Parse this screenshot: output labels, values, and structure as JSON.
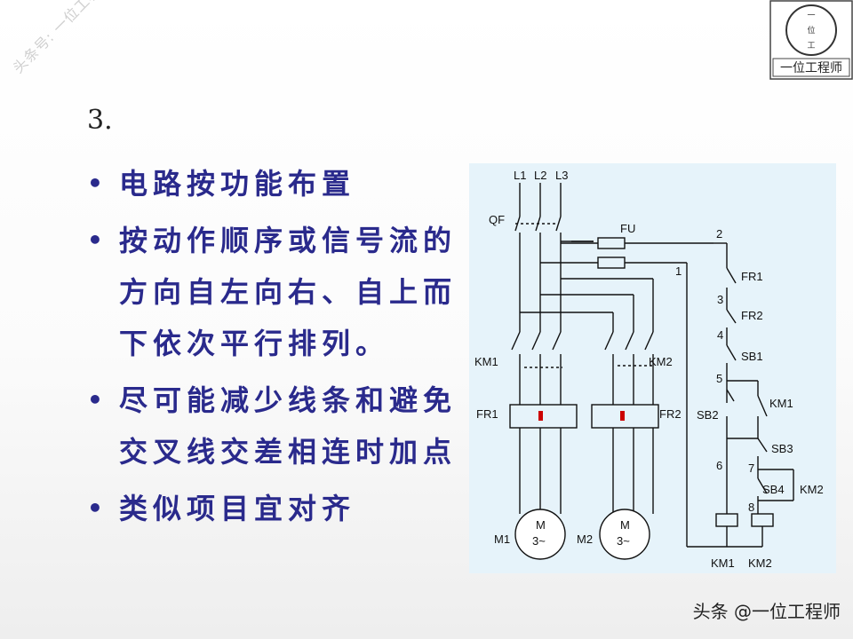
{
  "watermark": "头条号: 一位工程师",
  "slide_number": "3.",
  "bullets": [
    {
      "text": "电路按功能布置"
    },
    {
      "text": "按动作顺序或信号流的方向自左向右、自上而下依次平行排列。"
    },
    {
      "text": "尽可能减少线条和避免交叉线交差相连时加点"
    },
    {
      "text": "类似项目宜对齐"
    }
  ],
  "bullet_glyph": "•",
  "logo": {
    "caption": "一位工程师",
    "glyphs": [
      "一",
      "位",
      "工"
    ]
  },
  "footer": "头条 @一位工程师",
  "diagram": {
    "background": "#e6f3fa",
    "labels": {
      "l1": "L1",
      "l2": "L2",
      "l3": "L3",
      "qf": "QF",
      "fu": "FU",
      "n2": "2",
      "n1": "1",
      "n3": "3",
      "n4": "4",
      "n5": "5",
      "n6": "6",
      "n7": "7",
      "n8": "8",
      "fr1_contact": "FR1",
      "fr2_contact": "FR2",
      "sb1": "SB1",
      "sb2": "SB2",
      "km1_aux": "KM1",
      "sb3": "SB3",
      "sb4": "SB4",
      "km2_aux": "KM2",
      "km1_main": "KM1",
      "km2_main": "KM2",
      "fr1_heater": "FR1",
      "fr2_heater": "FR2",
      "m1": "M1",
      "m2": "M2",
      "motor_m": "M",
      "motor_rating": "3~",
      "km1_coil": "KM1",
      "km2_coil": "KM2"
    }
  }
}
